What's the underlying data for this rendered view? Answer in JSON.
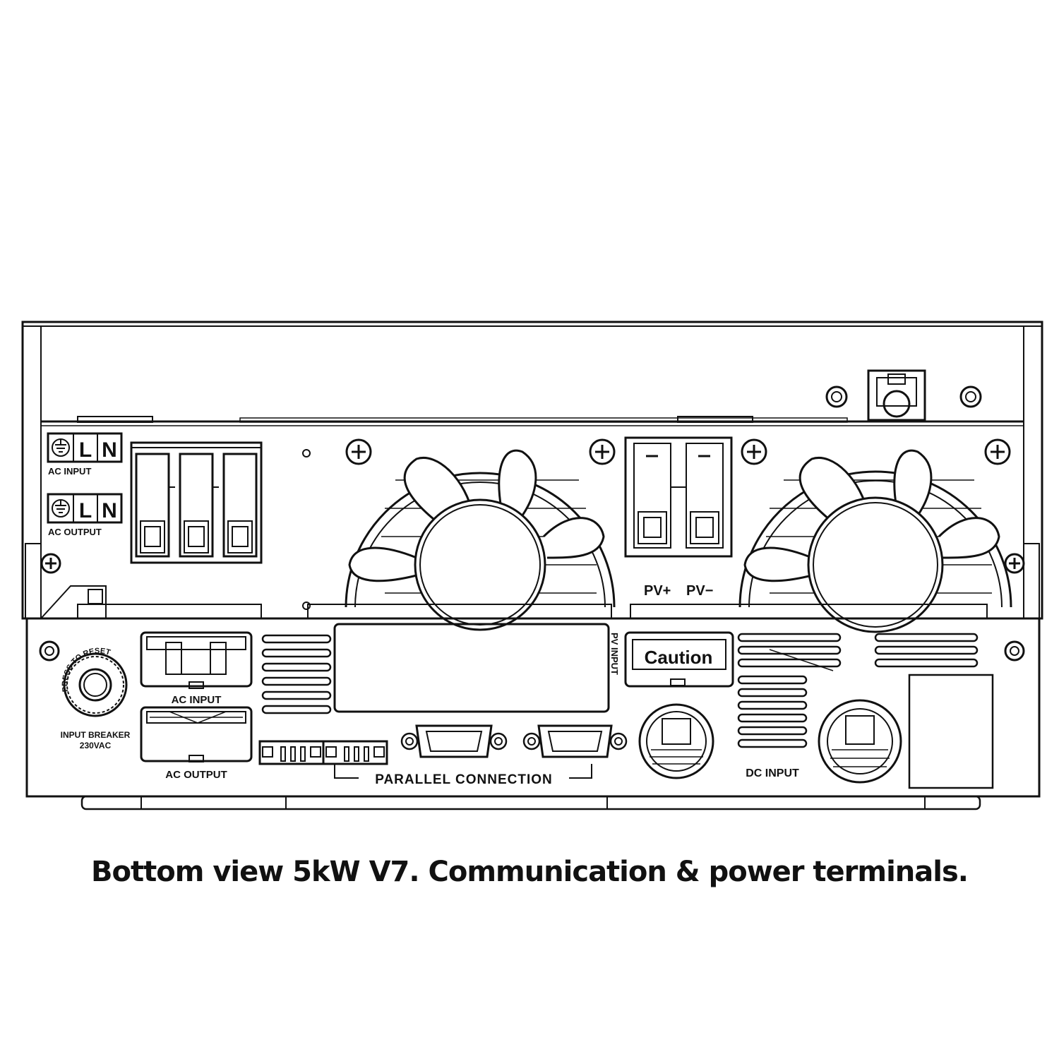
{
  "caption": "Bottom view 5kW V7. Communication & power terminals.",
  "labels": {
    "terminal_l": "L",
    "terminal_n": "N",
    "ac_input_top": "AC INPUT",
    "ac_output_top": "AC OUTPUT",
    "pv_plus": "PV+",
    "pv_minus": "PV−",
    "pv_input": "PV INPUT",
    "caution": "Caution",
    "ac_input_bottom": "AC  INPUT",
    "ac_output_bottom": "AC  OUTPUT",
    "input_breaker": "INPUT BREAKER",
    "breaker_voltage": "230VAC",
    "press_to_reset": "PRESS TO RESET",
    "parallel_connection": "PARALLEL CONNECTION",
    "dc_input": "DC   INPUT"
  },
  "colors": {
    "line": "#111111",
    "background": "#ffffff"
  }
}
